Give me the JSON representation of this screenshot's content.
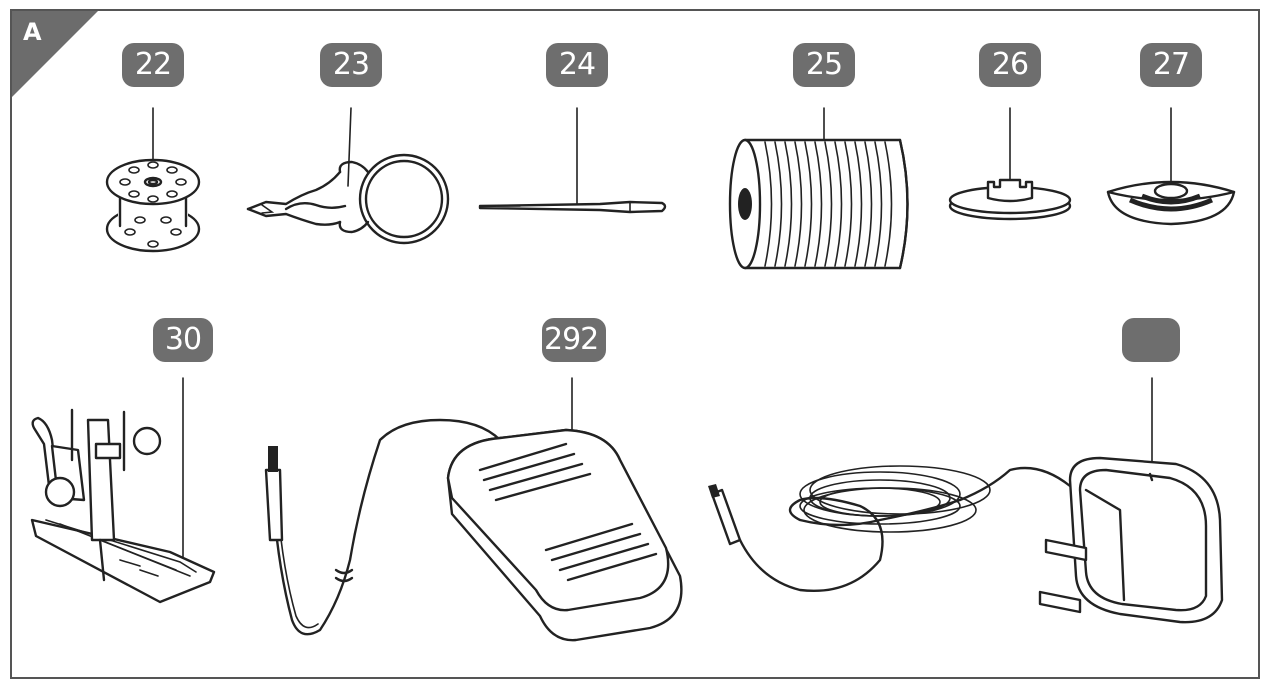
{
  "figure": {
    "panel_label": "A"
  },
  "parts": [
    {
      "number": "22",
      "icon": "bobbin-icon"
    },
    {
      "number": "23",
      "icon": "needle-threader-icon"
    },
    {
      "number": "24",
      "icon": "needle-icon"
    },
    {
      "number": "25",
      "icon": "thread-spool-icon"
    },
    {
      "number": "26",
      "icon": "spool-cap-icon"
    },
    {
      "number": "27",
      "icon": "spool-disc-icon"
    },
    {
      "number": "30",
      "icon": "presser-foot-icon"
    },
    {
      "number": "292",
      "icon": "foot-pedal-icon"
    },
    {
      "number": "",
      "icon": "power-adapter-icon"
    }
  ]
}
